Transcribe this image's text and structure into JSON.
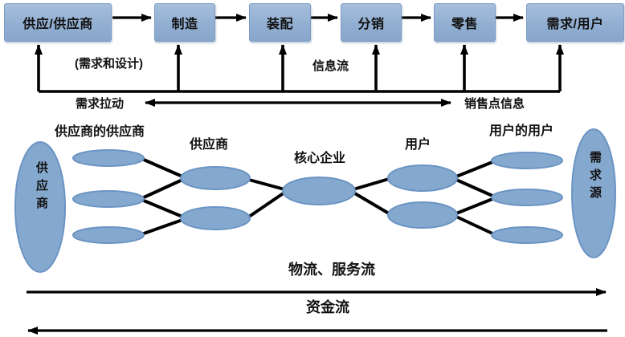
{
  "process_chain": {
    "nodes": [
      "供应/供应商",
      "制造",
      "装配",
      "分销",
      "零售",
      "需求/用户"
    ],
    "arrow_note": "(需求和设计)",
    "info_flow": "信息流",
    "demand_pull": "需求拉动",
    "pos_info": "销售点信息"
  },
  "network": {
    "labels": {
      "suppliers_supplier": "供应商的供应商",
      "supplier": "供应商",
      "core_enterprise": "核心企业",
      "user": "用户",
      "users_user": "用户的用户"
    },
    "supply_source": "供应商",
    "demand_source": "需求源"
  },
  "flows": {
    "logistics": "物流、服务流",
    "capital": "资金流"
  },
  "colors": {
    "node_fill": "#92afd2",
    "node_fill_light": "#a6bedc",
    "node_border": "#7c9cc4",
    "ellipse_fill": "#85a9ce",
    "ellipse_border": "#6b94c4",
    "line": "#000000"
  }
}
